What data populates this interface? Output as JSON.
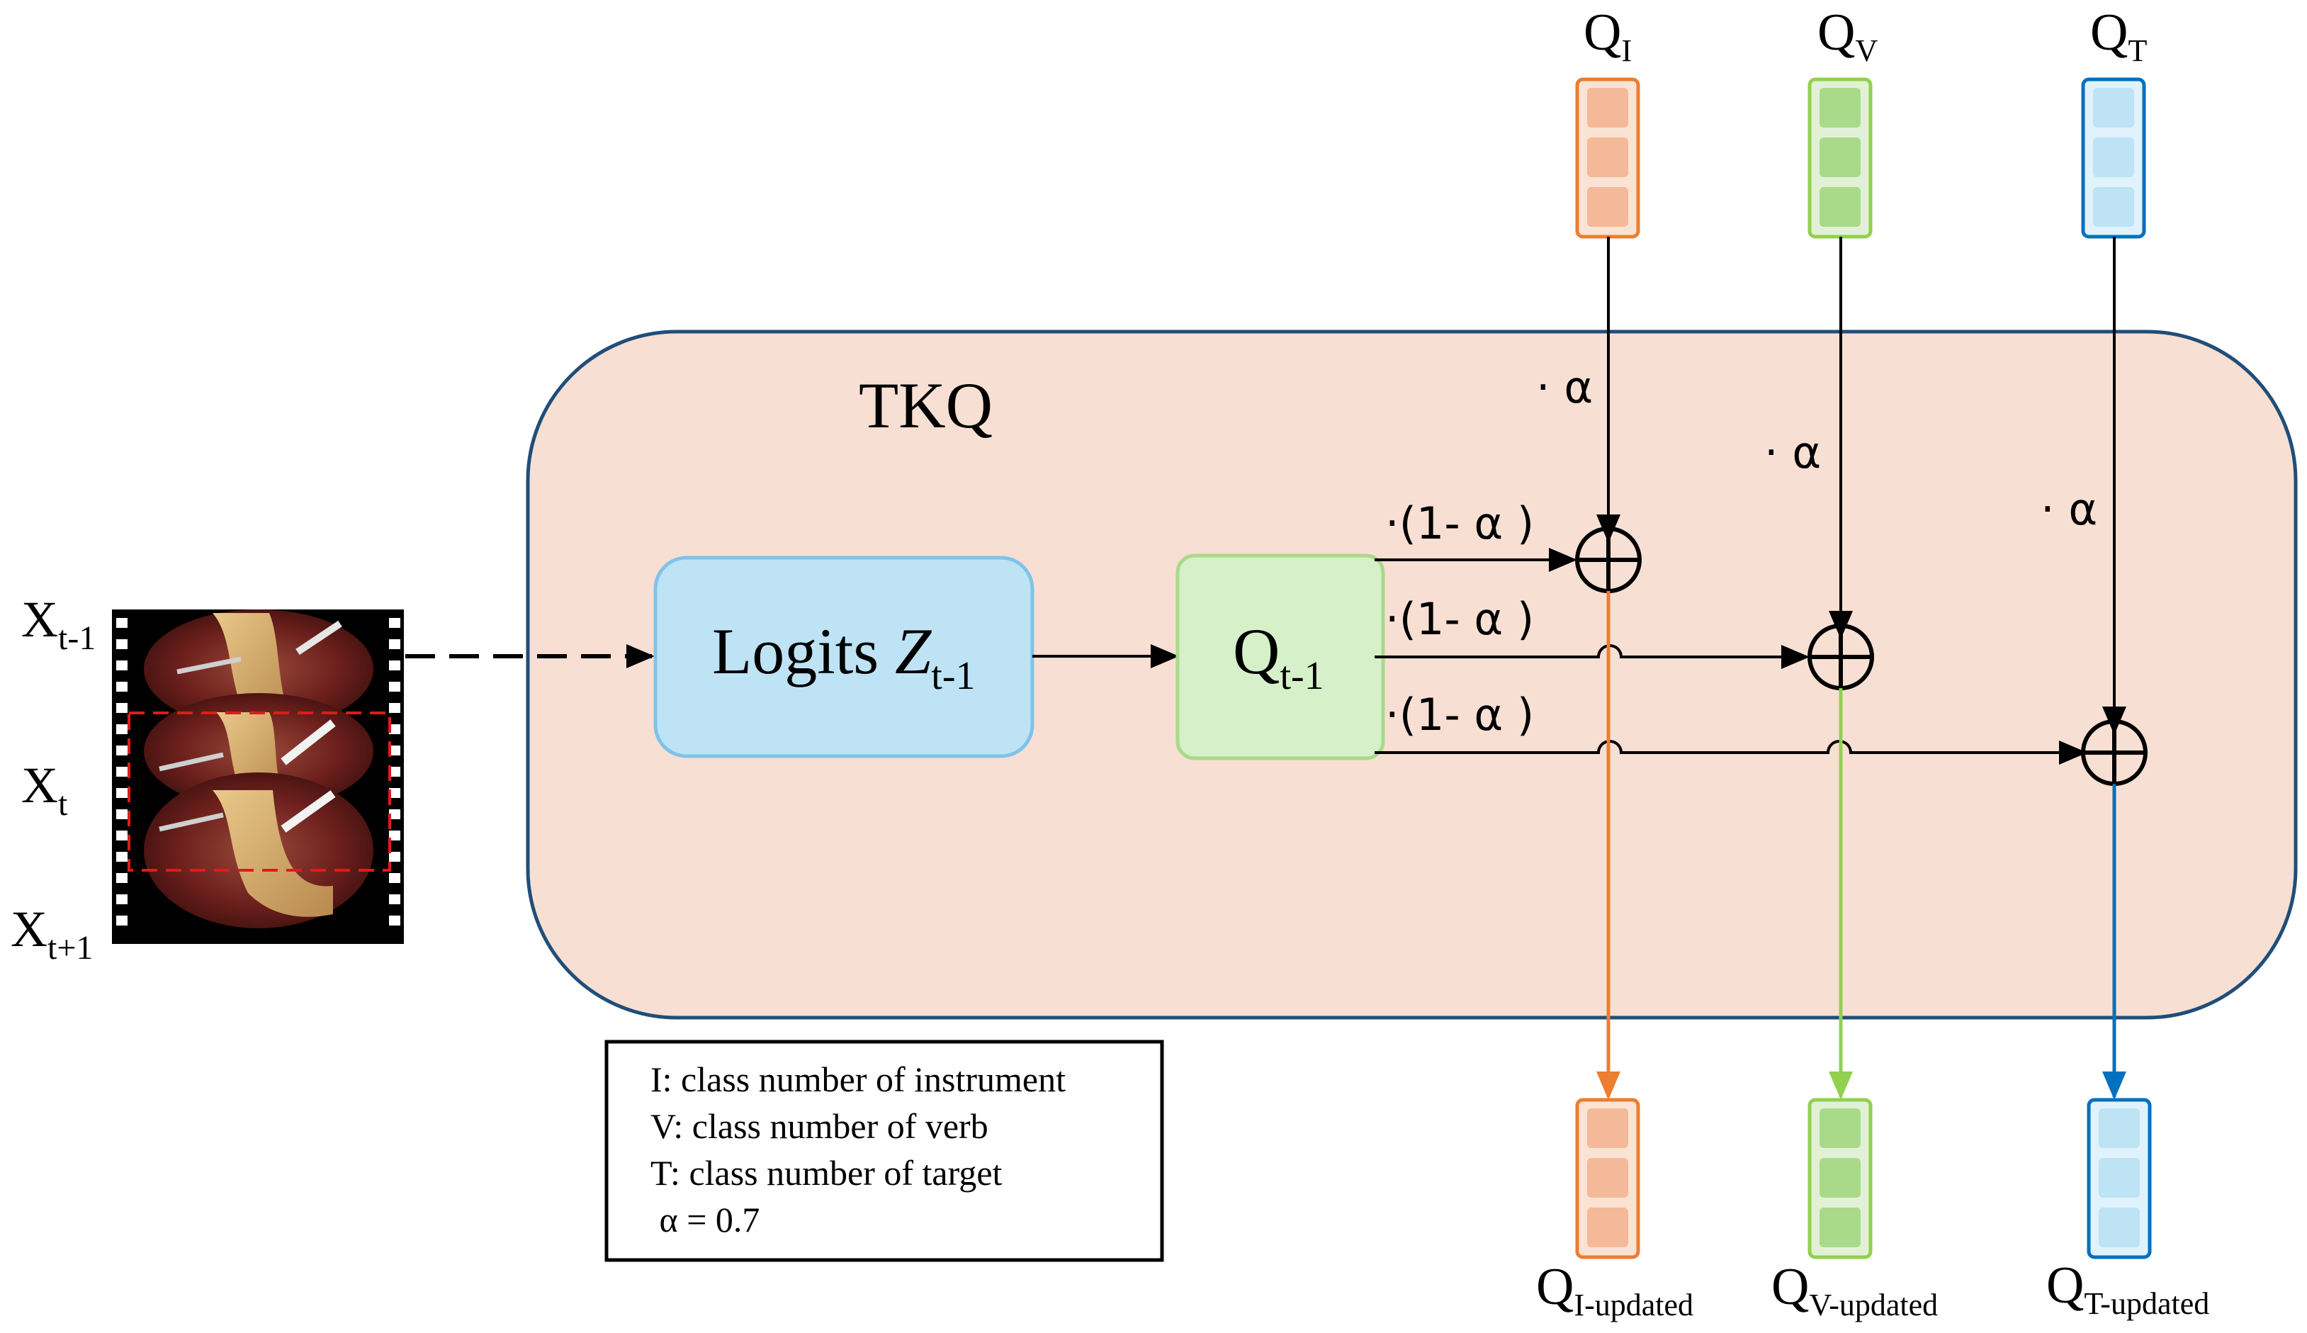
{
  "frames": {
    "prev": {
      "base": "X",
      "sub": "t-1"
    },
    "curr": {
      "base": "X",
      "sub": "t"
    },
    "next": {
      "base": "X",
      "sub": "t+1"
    }
  },
  "module_title": "TKQ",
  "logits": {
    "base": "Logits ",
    "var": "Z",
    "sub": "t-1"
  },
  "q_prev": {
    "base": "Q",
    "sub": "t-1"
  },
  "alpha_term": "· α",
  "one_minus_alpha_term": "·(1- α )",
  "queries": [
    {
      "id": "I",
      "in_base": "Q",
      "in_sub": "I",
      "out_base": "Q",
      "out_sub": "I-updated",
      "color": "#ED7D31",
      "fill": "#F4B999",
      "bg": "#FBE3D4"
    },
    {
      "id": "V",
      "in_base": "Q",
      "in_sub": "V",
      "out_base": "Q",
      "out_sub": "V-updated",
      "color": "#92D050",
      "fill": "#A9DA8A",
      "bg": "#E2F1D6"
    },
    {
      "id": "T",
      "in_base": "Q",
      "in_sub": "T",
      "out_base": "Q",
      "out_sub": "T-updated",
      "color": "#0070C0",
      "fill": "#BDE3F5",
      "bg": "#E0F2FB"
    }
  ],
  "legend": [
    "I: class number of instrument",
    "V: class number of verb",
    "T: class number of target",
    " α = 0.7"
  ],
  "colors": {
    "module_fill": "#F8DFD3",
    "module_border": "#1F4E79",
    "logits_fill": "#BDE3F5",
    "logits_border": "#7FC3E8",
    "qprev_fill": "#D6F0C9",
    "qprev_border": "#A9DA8A"
  }
}
